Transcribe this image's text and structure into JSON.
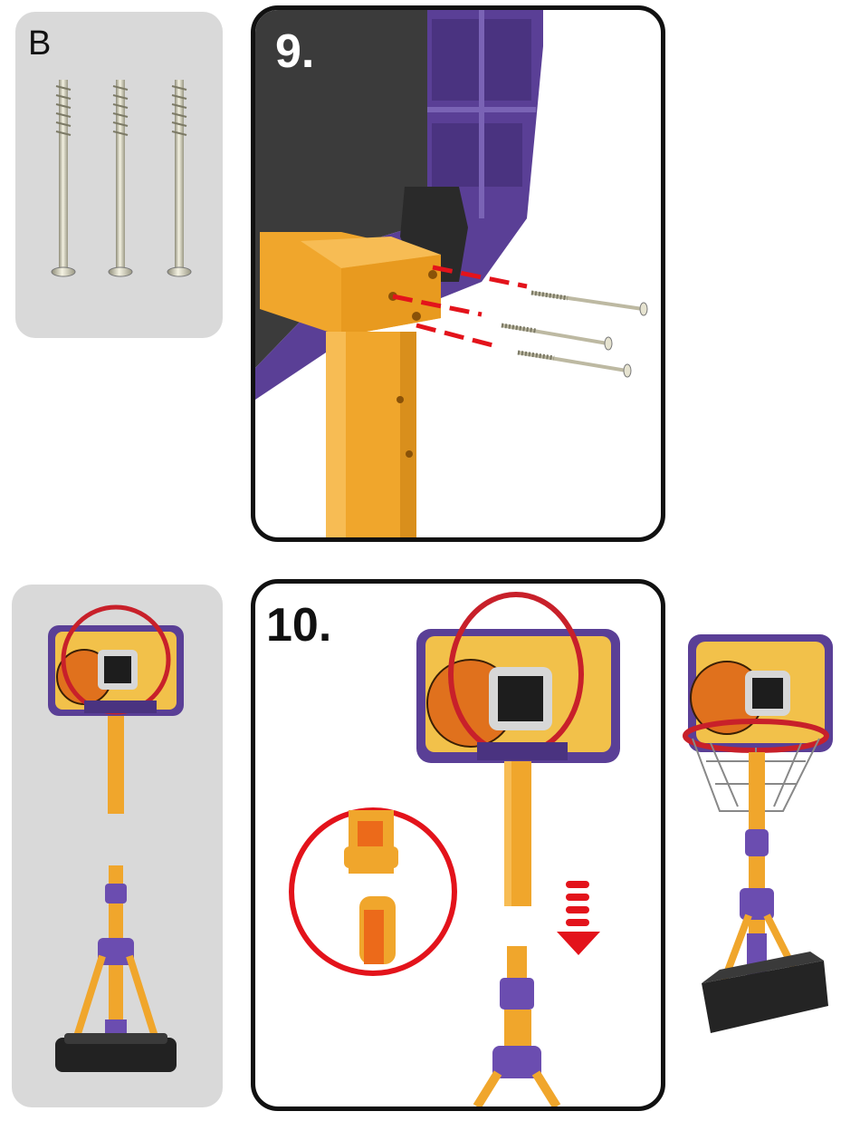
{
  "parts": {
    "label": "B"
  },
  "step9": {
    "number": "9."
  },
  "step10": {
    "number": "10."
  },
  "colors": {
    "panel_gray": "#d9d9d9",
    "frame": "#111111",
    "pole_orange": "#f0a62c",
    "board_purple": "#5a3f96",
    "guide_red": "#e3131b",
    "backboard_dark": "#3a3a3a"
  }
}
